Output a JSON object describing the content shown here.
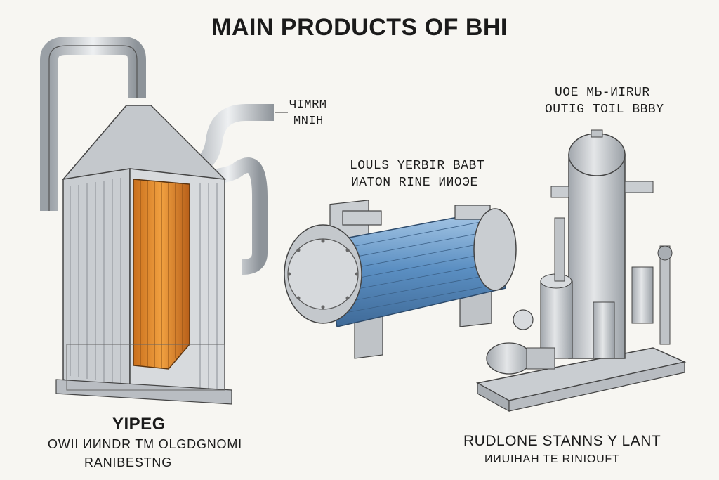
{
  "header": {
    "title": "MAIN PRODUCTS OF BHI"
  },
  "product_left": {
    "callout_line1": "ЧIMRM",
    "callout_line2": "ΜΝΙH",
    "caption": "YIPEG",
    "sub_line1": "OWII ИИNDR TM OLGDGNOMI",
    "sub_line2": "RANIBESTNG"
  },
  "product_center": {
    "label_line1": "LOULS YERBIR BABT",
    "label_line2": "ИATON RINE ИИOЭE"
  },
  "product_right": {
    "label_line1": "UOE MЬ-ИIRUR",
    "label_line2": "OUTIG TOIL BBBY",
    "caption": "RUDLONE STANNS Y LANT",
    "sub_line1": "ИИUIHAH TE RINIOUFT"
  },
  "colors": {
    "background": "#f7f6f2",
    "tube_orange": "#e08a2c",
    "tube_blue": "#5b8fc2",
    "steel": "#c9cdd1"
  }
}
